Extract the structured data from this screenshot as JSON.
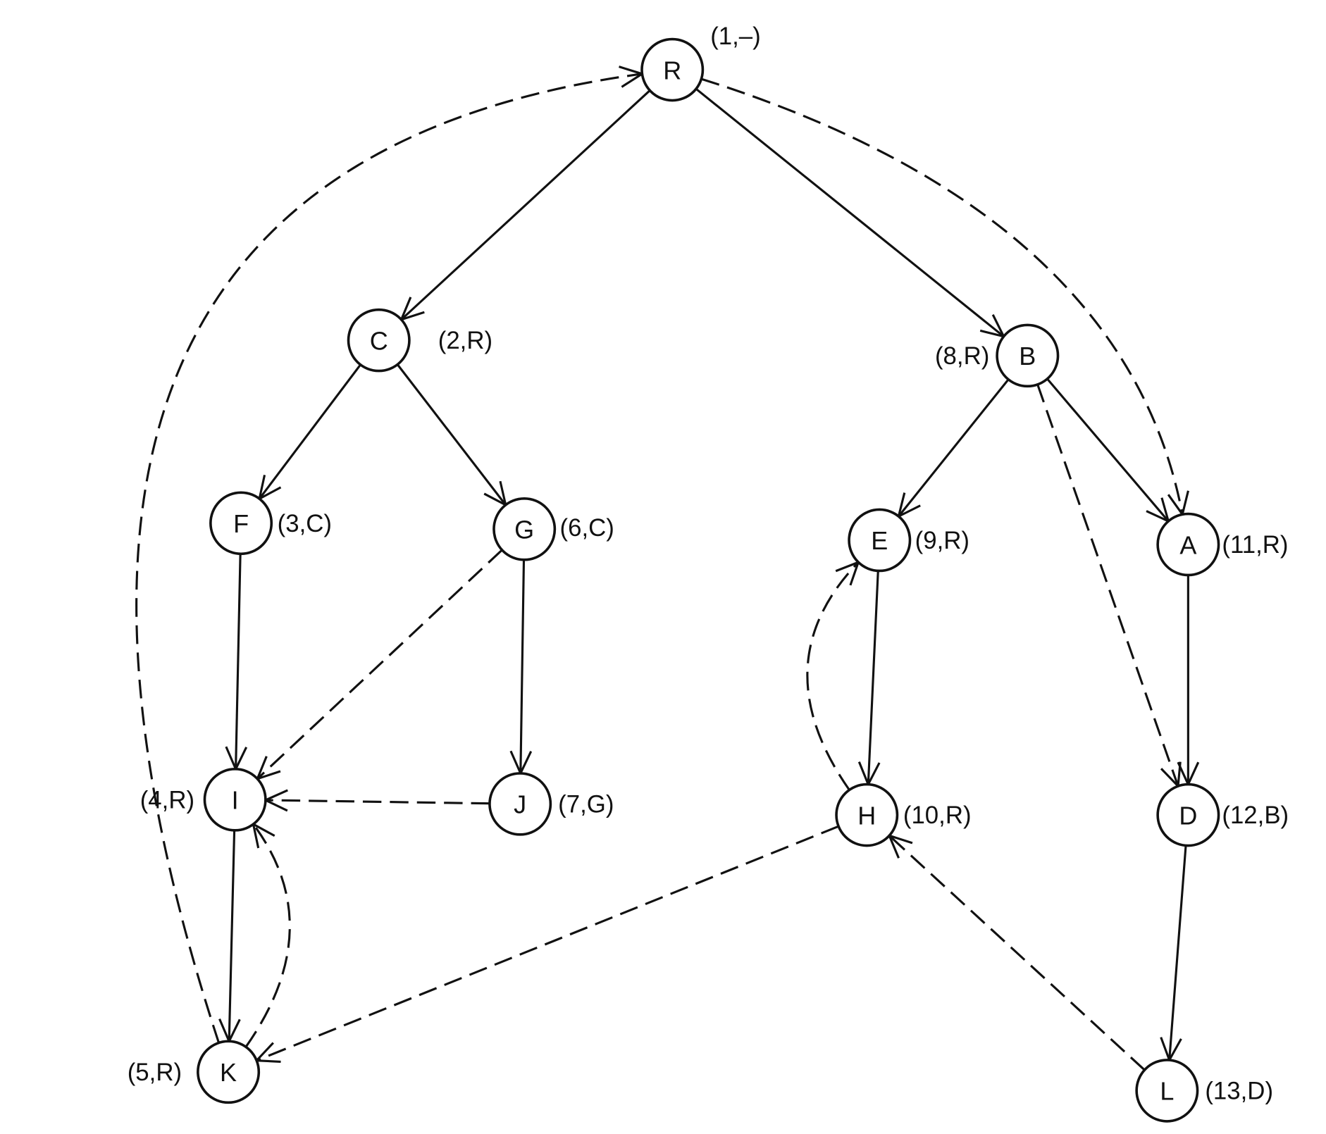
{
  "graph": {
    "nodes": [
      {
        "id": "R",
        "label": "R",
        "annotation": "(1,–)"
      },
      {
        "id": "C",
        "label": "C",
        "annotation": "(2,R)"
      },
      {
        "id": "F",
        "label": "F",
        "annotation": "(3,C)"
      },
      {
        "id": "I",
        "label": "I",
        "annotation": "(4,R)"
      },
      {
        "id": "K",
        "label": "K",
        "annotation": "(5,R)"
      },
      {
        "id": "G",
        "label": "G",
        "annotation": "(6,C)"
      },
      {
        "id": "J",
        "label": "J",
        "annotation": "(7,G)"
      },
      {
        "id": "B",
        "label": "B",
        "annotation": "(8,R)"
      },
      {
        "id": "E",
        "label": "E",
        "annotation": "(9,R)"
      },
      {
        "id": "H",
        "label": "H",
        "annotation": "(10,R)"
      },
      {
        "id": "A",
        "label": "A",
        "annotation": "(11,R)"
      },
      {
        "id": "D",
        "label": "D",
        "annotation": "(12,B)"
      },
      {
        "id": "L",
        "label": "L",
        "annotation": "(13,D)"
      }
    ],
    "edges": [
      {
        "from": "R",
        "to": "C",
        "style": "solid"
      },
      {
        "from": "R",
        "to": "B",
        "style": "solid"
      },
      {
        "from": "C",
        "to": "F",
        "style": "solid"
      },
      {
        "from": "C",
        "to": "G",
        "style": "solid"
      },
      {
        "from": "F",
        "to": "I",
        "style": "solid"
      },
      {
        "from": "I",
        "to": "K",
        "style": "solid"
      },
      {
        "from": "G",
        "to": "J",
        "style": "solid"
      },
      {
        "from": "B",
        "to": "E",
        "style": "solid"
      },
      {
        "from": "B",
        "to": "A",
        "style": "solid"
      },
      {
        "from": "E",
        "to": "H",
        "style": "solid"
      },
      {
        "from": "A",
        "to": "D",
        "style": "solid"
      },
      {
        "from": "D",
        "to": "L",
        "style": "solid"
      },
      {
        "from": "R",
        "to": "A",
        "style": "dashed"
      },
      {
        "from": "K",
        "to": "R",
        "style": "dashed"
      },
      {
        "from": "G",
        "to": "I",
        "style": "dashed"
      },
      {
        "from": "J",
        "to": "I",
        "style": "dashed"
      },
      {
        "from": "K",
        "to": "I",
        "style": "dashed"
      },
      {
        "from": "H",
        "to": "E",
        "style": "dashed"
      },
      {
        "from": "H",
        "to": "K",
        "style": "dashed"
      },
      {
        "from": "B",
        "to": "D",
        "style": "dashed"
      },
      {
        "from": "L",
        "to": "H",
        "style": "dashed"
      }
    ]
  }
}
